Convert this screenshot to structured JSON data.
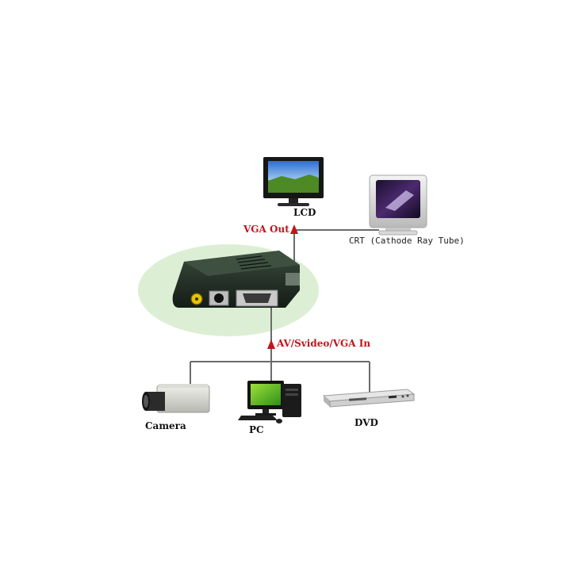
{
  "labels": {
    "lcd": "LCD",
    "vga_out": "VGA Out",
    "crt": "CRT (Cathode Ray Tube)",
    "av_in": "AV/Svideo/VGA In",
    "camera": "Camera",
    "pc": "PC",
    "dvd": "DVD"
  },
  "colors": {
    "line": "#6b6b6b",
    "arrow": "#c0151b",
    "label_red": "#c0151b",
    "halo": "#dcefd4",
    "converter_body": "#1f2b22"
  }
}
